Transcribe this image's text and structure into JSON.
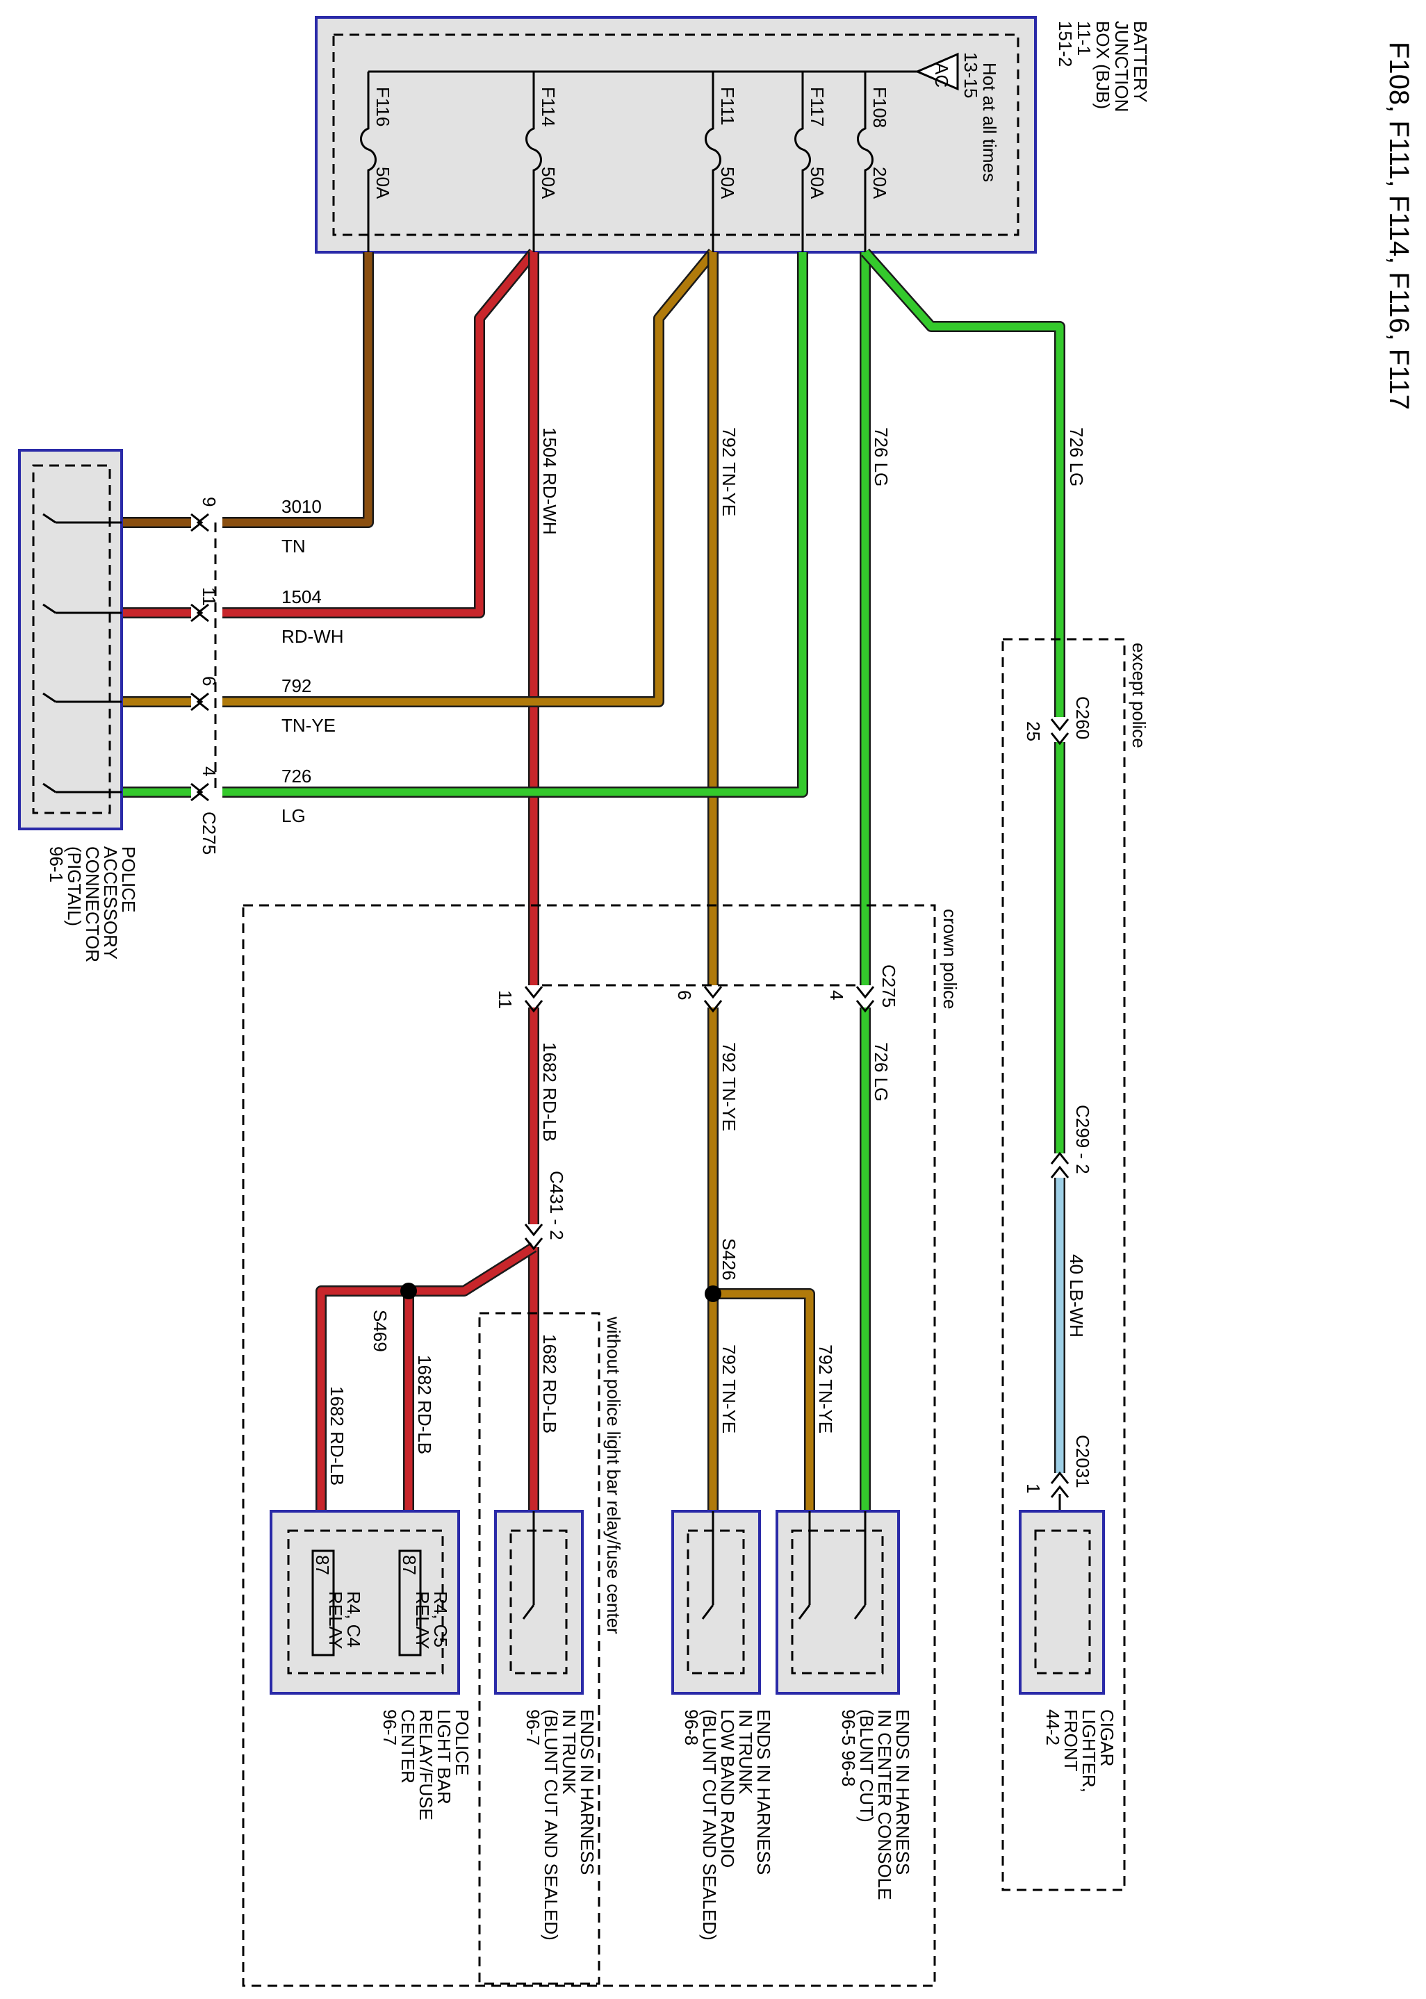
{
  "title": "F108, F111, F114, F116, F117",
  "colors": {
    "tn": "#8a4f10",
    "rd": "#c8262b",
    "tnye": "#b07a0b",
    "lg": "#34c92c",
    "lb": "#9ecfe6",
    "box_fill": "#e2e2e2",
    "box_border": "#2a2aa8"
  },
  "bjb": {
    "label": "BATTERY JUNCTION BOX (BJB)",
    "line1": "BATTERY",
    "line2": "JUNCTION",
    "line3": "BOX (BJB)",
    "ref1": "11-1",
    "ref2": "151-2",
    "hot_label": "Hot at all times",
    "hot_ref": "13-15",
    "ac_symbol": "AC"
  },
  "fuses": [
    {
      "id": "F116",
      "rating": "50A"
    },
    {
      "id": "F114",
      "rating": "50A"
    },
    {
      "id": "F111",
      "rating": "50A"
    },
    {
      "id": "F117",
      "rating": "50A"
    },
    {
      "id": "F108",
      "rating": "20A"
    }
  ],
  "wires": {
    "w3010": {
      "circuit": "3010",
      "color": "TN"
    },
    "w1504": {
      "circuit": "1504",
      "color": "RD-WH"
    },
    "w792": {
      "circuit": "792",
      "color": "TN-YE"
    },
    "w726": {
      "circuit": "726",
      "color": "LG"
    },
    "w1682": {
      "circuit": "1682",
      "color": "RD-LB"
    },
    "w40": {
      "circuit": "40",
      "color": "LB-WH"
    },
    "v1504": "1504  RD-WH",
    "v792": "792  TN-YE",
    "v726": "726  LG",
    "v1682": "1682  RD-LB",
    "v40": "40  LB-WH"
  },
  "pigtail": {
    "pins": [
      "9",
      "11",
      "6",
      "4"
    ],
    "connector": "C275",
    "line1": "POLICE",
    "line2": "ACCESSORY",
    "line3": "CONNECTOR",
    "line4": "(PIGTAIL)",
    "ref": "96-1"
  },
  "regions": {
    "except_police": "except police",
    "crown_police": "crown police",
    "without_light_bar": "without police light bar relay/fuse center"
  },
  "connectors": {
    "c260": "C260",
    "c260_pin": "25",
    "c275": "C275",
    "c275_pins": [
      "11",
      "6",
      "4"
    ],
    "c299": "C299 - 2",
    "c2031": "C2031",
    "c2031_pin": "1",
    "c431": "C431 - 2",
    "s426": "S426",
    "s469": "S469"
  },
  "components": {
    "cigar": {
      "line1": "CIGAR",
      "line2": "LIGHTER,",
      "line3": "FRONT",
      "ref": "44-2"
    },
    "console": {
      "line1": "ENDS IN HARNESS",
      "line2": "IN CENTER CONSOLE",
      "line3": "(BLUNT CUT)",
      "ref": "96-5     96-8"
    },
    "radio": {
      "line1": "ENDS IN HARNESS",
      "line2": "IN TRUNK",
      "line3": "LOW BAND RADIO",
      "line4": "(BLUNT CUT AND SEALED)",
      "ref": "96-8"
    },
    "trunk": {
      "line1": "ENDS IN HARNESS",
      "line2": "IN TRUNK",
      "line3": "(BLUNT CUT AND SEALED)",
      "ref": "96-7"
    },
    "lightbar": {
      "line1": "POLICE",
      "line2": "LIGHT BAR",
      "line3": "RELAY/FUSE",
      "line4": "CENTER",
      "ref": "96-7",
      "relay_c5": "R4, C5",
      "relay_c4": "R4, C4",
      "relay_word": "RELAY",
      "pin87": "87"
    }
  }
}
